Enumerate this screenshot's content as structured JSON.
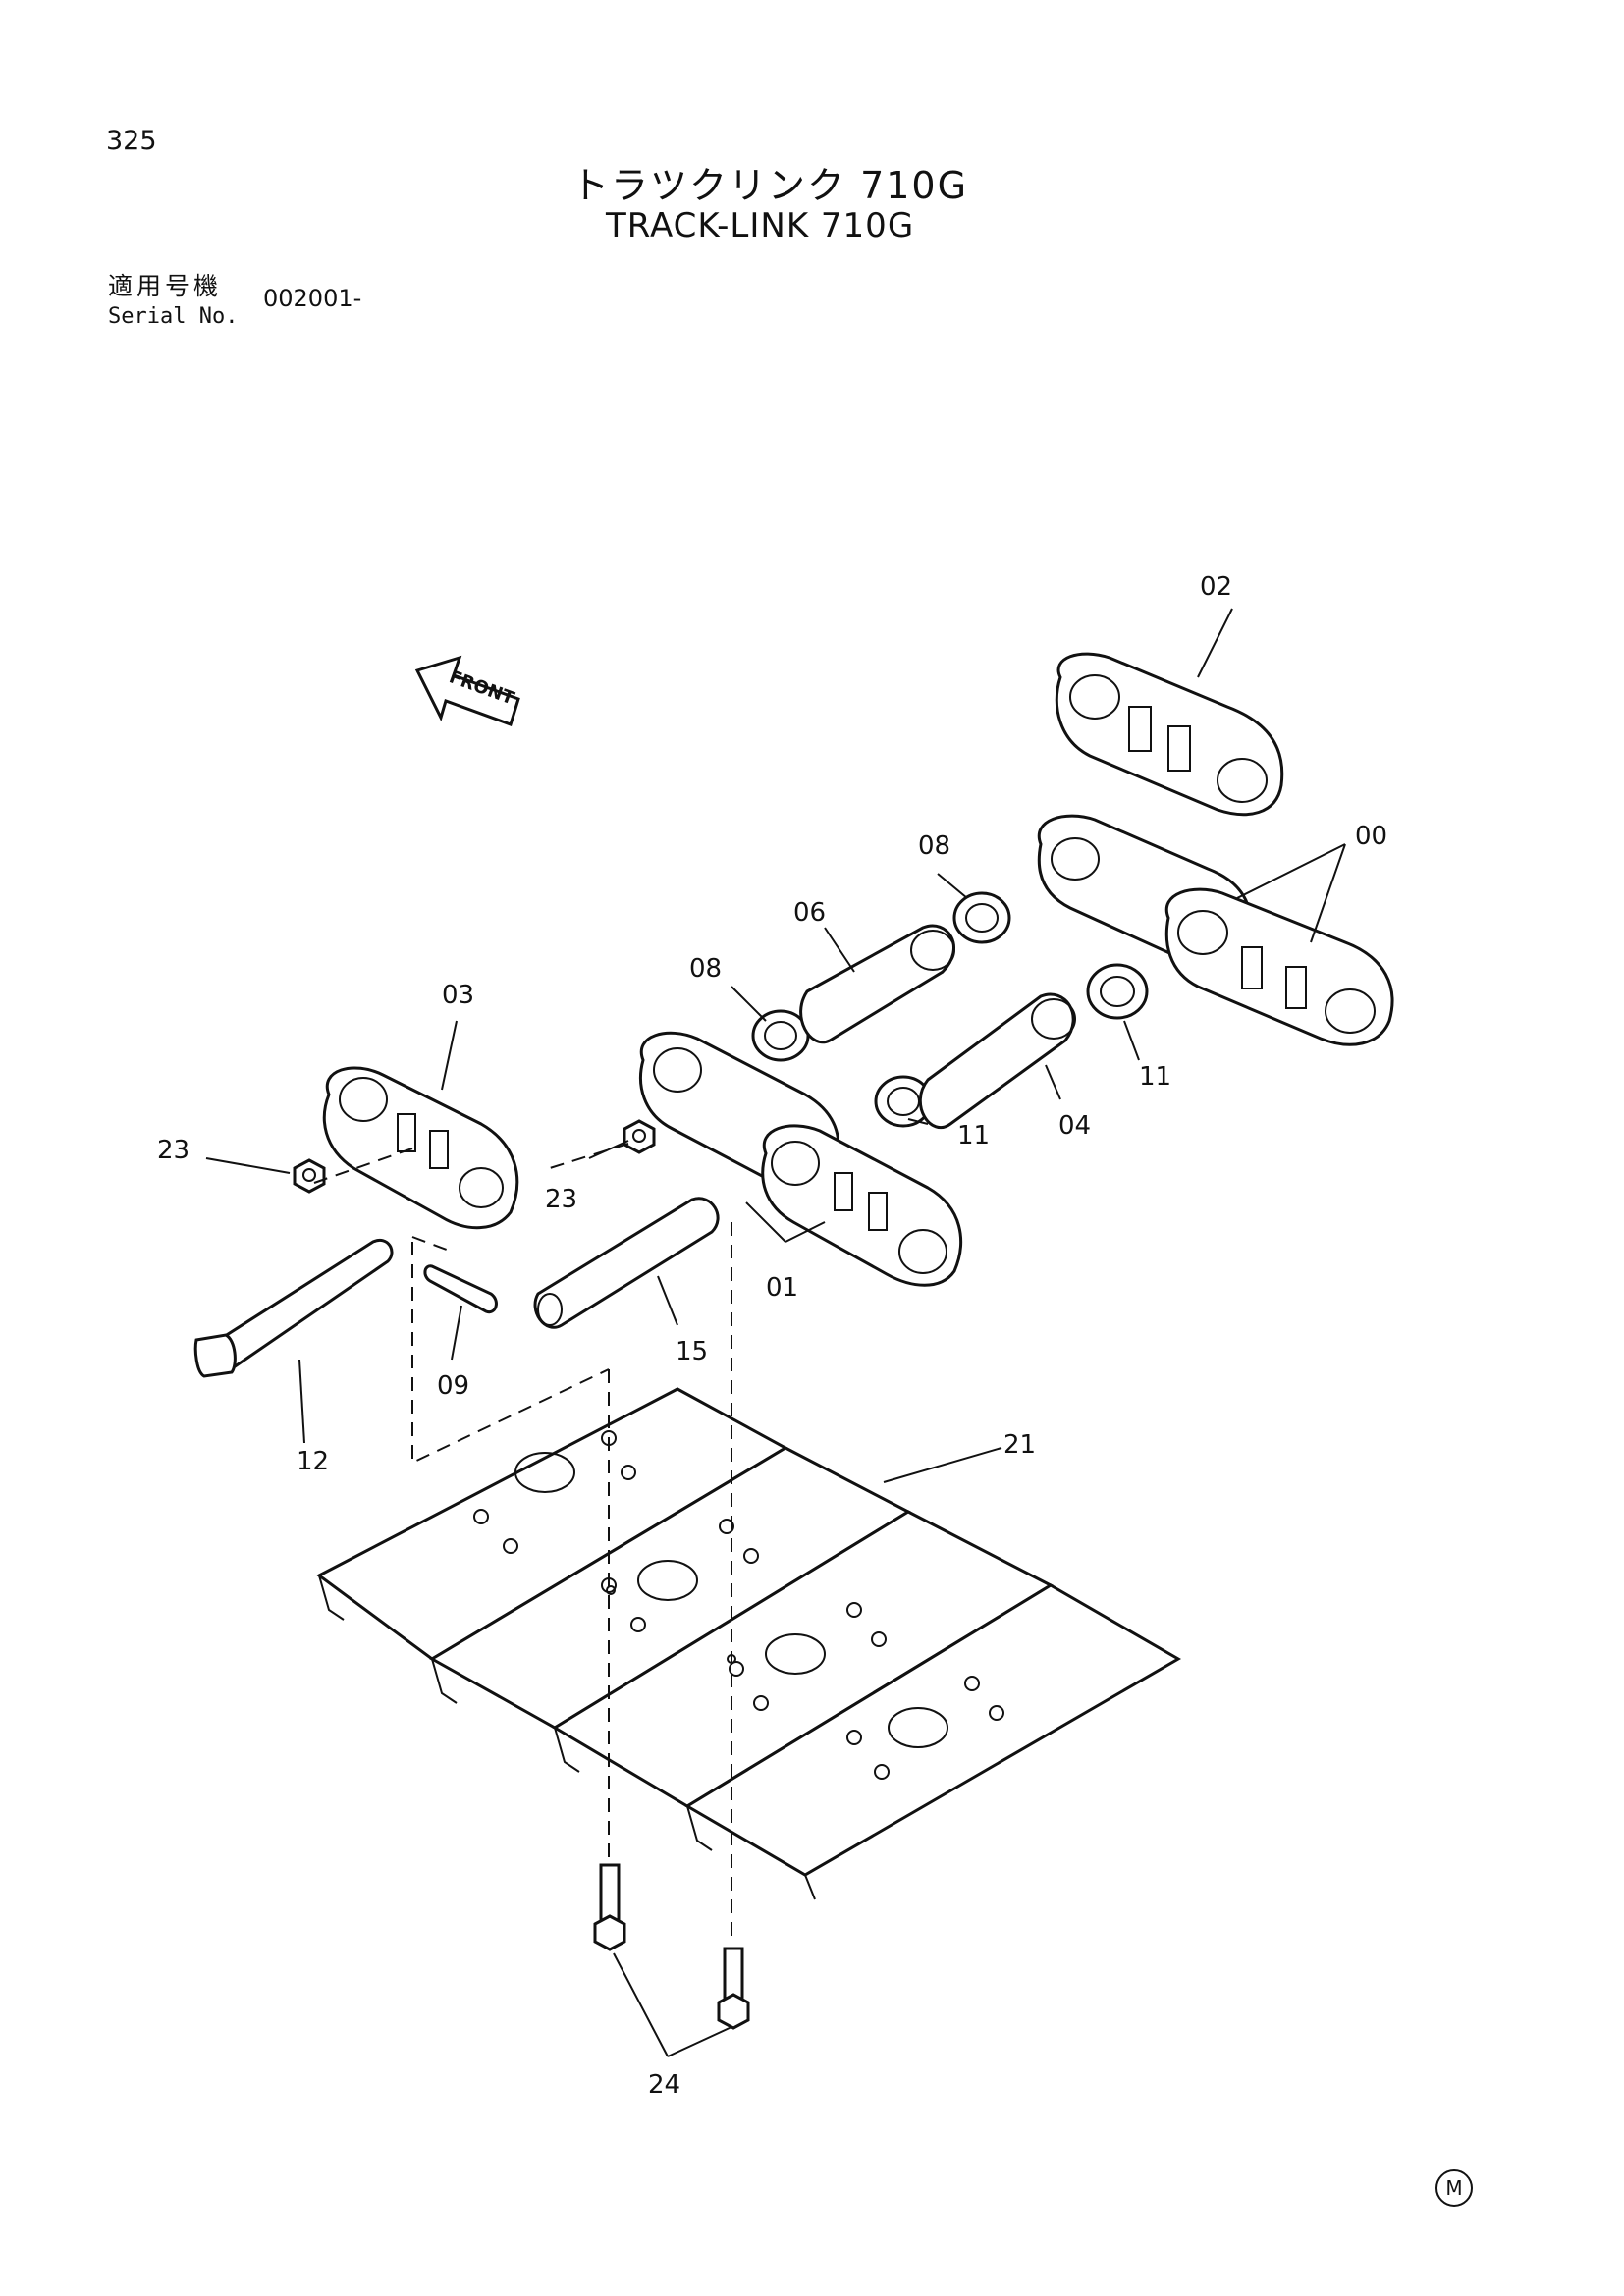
{
  "header": {
    "page_number": "325",
    "title_jp": "トラツクリンク 710G",
    "title_en": "TRACK-LINK 710G",
    "serial_label_jp": "適用号機",
    "serial_label_en": "Serial No.",
    "serial_value": "002001-"
  },
  "diagram": {
    "front_label": "FRONT",
    "labels": {
      "l02": "02",
      "l00": "00",
      "l08a": "08",
      "l06": "06",
      "l08b": "08",
      "l03": "03",
      "l11a": "11",
      "l04": "04",
      "l23a": "23",
      "l23b": "23",
      "l11b": "11",
      "l01": "01",
      "l15": "15",
      "l09": "09",
      "l12": "12",
      "l21": "21",
      "l24": "24"
    }
  },
  "footer": {
    "mark": "M"
  }
}
